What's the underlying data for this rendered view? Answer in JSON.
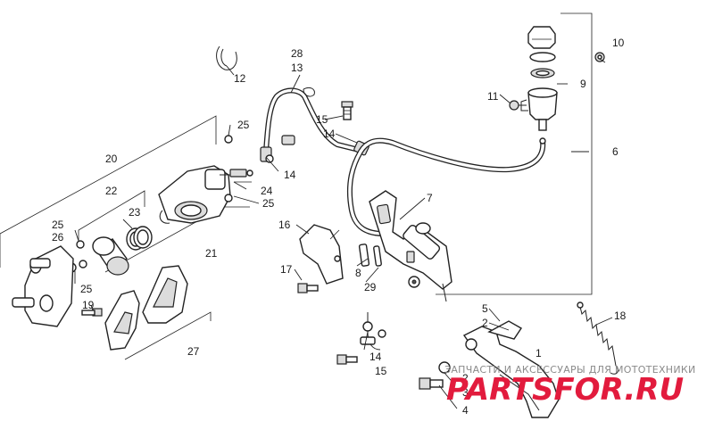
{
  "callouts": {
    "c1": "1",
    "c2a": "2",
    "c2b": "2",
    "c3": "3",
    "c4": "4",
    "c5": "5",
    "c6": "6",
    "c7": "7",
    "c8": "8",
    "c9": "9",
    "c10": "10",
    "c11": "11",
    "c12": "12",
    "c13": "13",
    "c14a": "14",
    "c14b": "14",
    "c14c": "14",
    "c15a": "15",
    "c15b": "15",
    "c16": "16",
    "c17": "17",
    "c18": "18",
    "c19": "19",
    "c20": "20",
    "c21": "21",
    "c22": "22",
    "c23": "23",
    "c24": "24",
    "c25a": "25",
    "c25b": "25",
    "c25c": "25",
    "c25d": "25",
    "c26": "26",
    "c27": "27",
    "c28": "28",
    "c29": "29"
  },
  "watermark": {
    "tagline": "ЗАПЧАСТИ И АКСЕССУАРЫ ДЛЯ МОТОТЕХНИКИ",
    "brand": "PARTSFOR.RU"
  },
  "colors": {
    "watermark_brand": "#e21b3d",
    "watermark_tagline": "#8a8a8a",
    "line": "#222222"
  }
}
